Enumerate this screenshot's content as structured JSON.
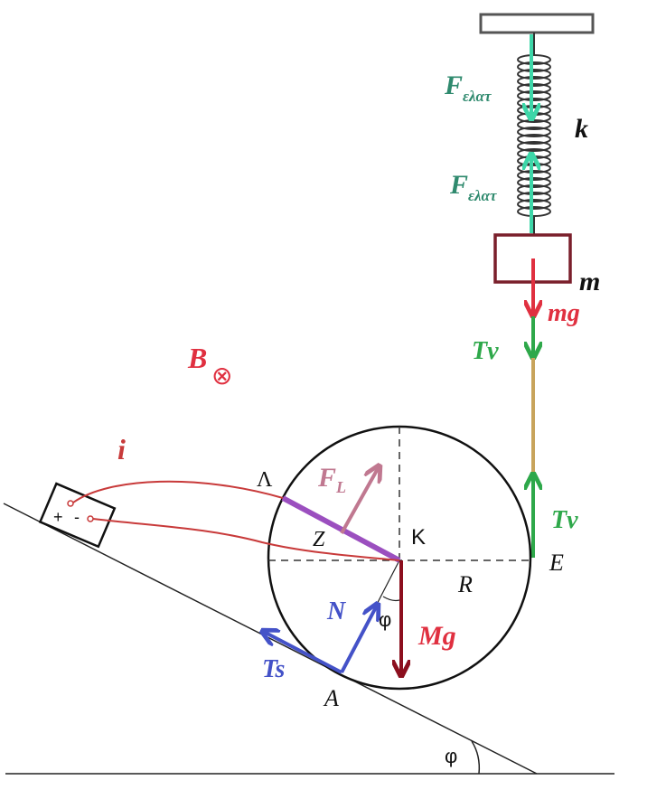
{
  "labels": {
    "F_spring_top": "F",
    "F_spring_top_sub": "ελατ",
    "F_spring_bottom": "F",
    "F_spring_bottom_sub": "ελατ",
    "k": "k",
    "m": "m",
    "mg": "mg",
    "T_nu_top": "Tν",
    "T_nu_right": "Tν",
    "B": "B",
    "B_symbol": "⊗",
    "i": "i",
    "Lambda": "Λ",
    "F_L": "F",
    "F_L_sub": "L",
    "Z": "Z",
    "K": "K",
    "E": "E",
    "R": "R",
    "N": "N",
    "phi_inner": "φ",
    "Mg": "Mg",
    "T_s": "Ts",
    "A": "A",
    "phi_incline": "φ",
    "battery_plus": "+",
    "battery_minus": "-"
  },
  "colors": {
    "spring_force": "#3dd6a8",
    "spring_label": "#2f8a6e",
    "weight_red": "#e03040",
    "mass_box": "#7a1f2b",
    "tension_green": "#2ea84a",
    "rope_tan": "#c8a45c",
    "normal_blue": "#4452c8",
    "lorentz_pink": "#c07890",
    "rod_purple": "#9b4fbf",
    "wire_red": "#c83a3a",
    "Mg_dark": "#8c0f1e"
  }
}
